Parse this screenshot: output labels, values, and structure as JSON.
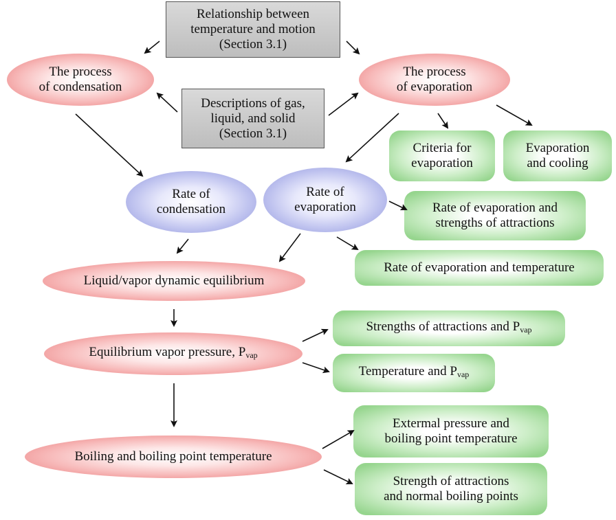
{
  "nodes": {
    "relationship": "Relationship between temperature and motion (Section 3.1)",
    "relationship_l1": "Relationship between",
    "relationship_l2": "temperature and motion",
    "relationship_l3": "(Section 3.1)",
    "descriptions_l1": "Descriptions of gas,",
    "descriptions_l2": "liquid, and solid",
    "descriptions_l3": "(Section 3.1)",
    "condensation_l1": "The process",
    "condensation_l2": "of condensation",
    "evaporation_l1": "The process",
    "evaporation_l2": "of evaporation",
    "rate_cond_l1": "Rate of",
    "rate_cond_l2": "condensation",
    "rate_evap_l1": "Rate of",
    "rate_evap_l2": "evaporation",
    "criteria_l1": "Criteria for",
    "criteria_l2": "evaporation",
    "evap_cooling_l1": "Evaporation",
    "evap_cooling_l2": "and cooling",
    "rate_attr_l1": "Rate of evaporation and",
    "rate_attr_l2": "strengths of attractions",
    "rate_temp": "Rate of evaporation and temperature",
    "equilibrium": "Liquid/vapor dynamic equilibrium",
    "vapor_pressure": "Equilibrium vapor pressure, P",
    "vapor_pressure_sub": "vap",
    "attr_pvap": "Strengths of attractions and P",
    "attr_pvap_sub": "vap",
    "temp_pvap": "Temperature and P",
    "temp_pvap_sub": "vap",
    "boiling": "Boiling and boiling point temperature",
    "external_l1": "Extermal pressure and",
    "external_l2": "boiling point temperature",
    "strength_l1": "Strength of attractions",
    "strength_l2": "and normal boiling points"
  },
  "colors": {
    "gray_box": "#c8c8c8",
    "red_ellipse": "#ee8e8e",
    "blue_ellipse": "#9ea3e0",
    "green_box": "#94d48c",
    "arrow": "#111111"
  }
}
